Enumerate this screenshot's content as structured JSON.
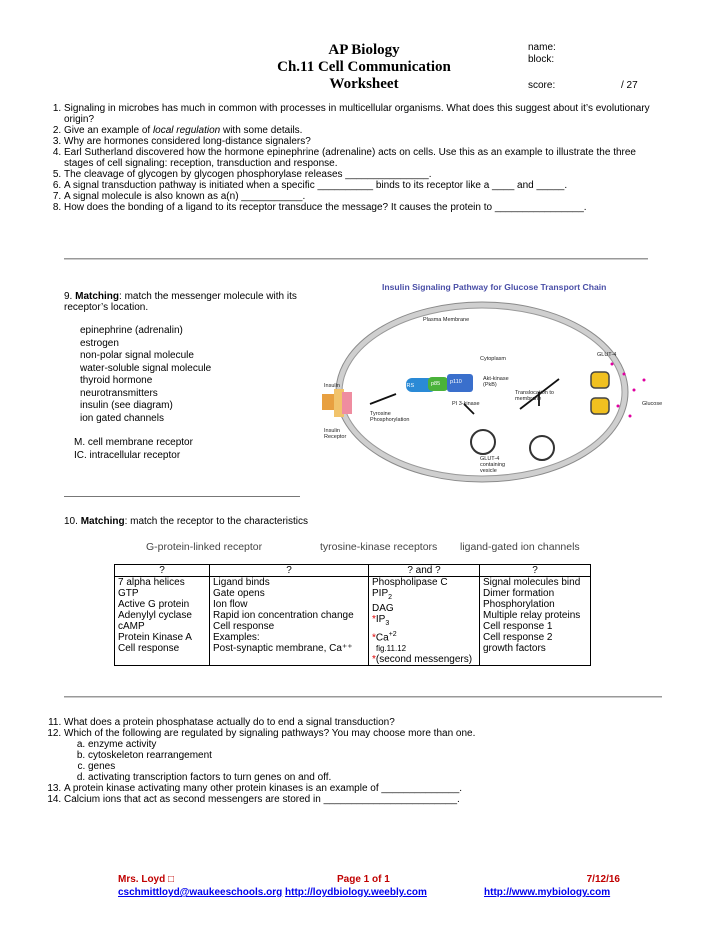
{
  "header": {
    "title_line1": "AP Biology",
    "title_line2": "Ch.11 Cell Communication",
    "title_line3": "Worksheet",
    "name_label": "name:",
    "block_label": "block:",
    "score_label": "score:",
    "score_total": "/ 27"
  },
  "questions_part1": [
    "Signaling in microbes has much in common with processes in multicellular organisms.  What does this suggest about it’s evolutionary origin?",
    "Give an example of local regulation with some details.",
    "Why are hormones considered long-distance signalers?",
    "Earl Sutherland discovered how the hormone epinephrine (adrenaline) acts on cells.  Use this as an example to illustrate the three stages of cell signaling:  reception, transduction and response.",
    "The cleavage of glycogen by glycogen phosphorylase releases _______________.",
    "A signal transduction pathway is initiated when a specific __________ binds to its receptor like a ____ and _____.",
    "A signal molecule is also known as a(n) ___________.",
    "How does the bonding of a ligand to its receptor transduce the message?  It causes the protein to ________________."
  ],
  "q2_italic": "local regulation",
  "q9": {
    "number": "9.",
    "bold": "Matching",
    "text": ":  match the messenger molecule with its receptor’s location.",
    "items": [
      "epinephrine (adrenalin)",
      "estrogen",
      "non-polar signal molecule",
      "water-soluble signal molecule",
      "thyroid hormone",
      "neurotransmitters",
      "insulin (see diagram)",
      "ion gated channels"
    ],
    "key_m": "M.  cell membrane receptor",
    "key_ic": "IC.  intracellular receptor"
  },
  "diagram": {
    "title": "Insulin Signaling Pathway for Glucose Transport Chain",
    "plasma_membrane": "Plasma Membrane",
    "cytoplasm": "Cytoplasm",
    "insulin": "Insulin",
    "insulin_receptor": "Insulin Receptor",
    "tyrosine": "Tyrosine Phosphorylation",
    "irs": "IRS",
    "p85": "p85",
    "p110": "p110",
    "pi3k": "PI 3-kinase",
    "akt": "Akt-kinase (PkB)",
    "translocation": "Translocation to membrane",
    "glut4_top": "GLUT-4",
    "glucose": "Glucose",
    "glut4_vesicle": "GLUT-4 containing vesicle"
  },
  "q10": {
    "number": "10.",
    "bold": "Matching",
    "text": ":  match the receptor to the characteristics",
    "receptors": [
      "G-protein-linked receptor",
      "tyrosine-kinase receptors",
      "ligand-gated ion channels"
    ],
    "headers": [
      "?",
      "?",
      "? and ?",
      "?"
    ],
    "col1": [
      "7 alpha helices",
      "GTP",
      "Active G protein",
      "Adenylyl cyclase",
      "cAMP",
      "Protein Kinase A",
      "Cell response"
    ],
    "col2": [
      "Ligand binds",
      "Gate opens",
      "Ion flow",
      "Rapid ion concentration change",
      "Cell response",
      "Examples:",
      "Post-synaptic membrane, Ca⁺⁺"
    ],
    "col3_plain": [
      "Phospholipase C",
      "PIP",
      "DAG"
    ],
    "col3_pip_sub": "2",
    "col3_ip": "IP",
    "col3_ip_sub": "3",
    "col3_ca": "Ca",
    "col3_ca_sup": "+2",
    "col3_fig": "fig.11.12",
    "col3_second": "(second messengers)",
    "col3_star": "*",
    "col4": [
      "Signal molecules bind",
      "Dimer formation",
      "Phosphorylation",
      "Multiple relay proteins",
      "Cell response 1",
      "Cell response 2",
      "growth factors"
    ]
  },
  "questions_part2": {
    "q11": "What does a protein phosphatase actually do to end a signal transduction?",
    "q12": "Which of the following are regulated by signaling pathways?  You may choose more than one.",
    "q12_options": [
      "enzyme activity",
      "cytoskeleton rearrangement",
      "genes",
      "activating transcription factors to turn genes on and off."
    ],
    "q13": "A protein kinase activating many other protein kinases is an example of ______________.",
    "q14": "Calcium ions that act as second messengers are stored in ________________________."
  },
  "footer": {
    "teacher": "Mrs. Loyd",
    "teacher_box": "□",
    "email": "cschmittloyd@waukeeschools.org",
    "page": "Page 1 of 1",
    "site1": "http://loydbiology.weebly.com",
    "date": "7/12/16",
    "site2": "http://www.mybiology.com"
  },
  "colors": {
    "footer_red": "#c00000",
    "link_blue": "#0000ee",
    "diagram_title": "#4a4fa7",
    "star_red": "#d00000"
  }
}
